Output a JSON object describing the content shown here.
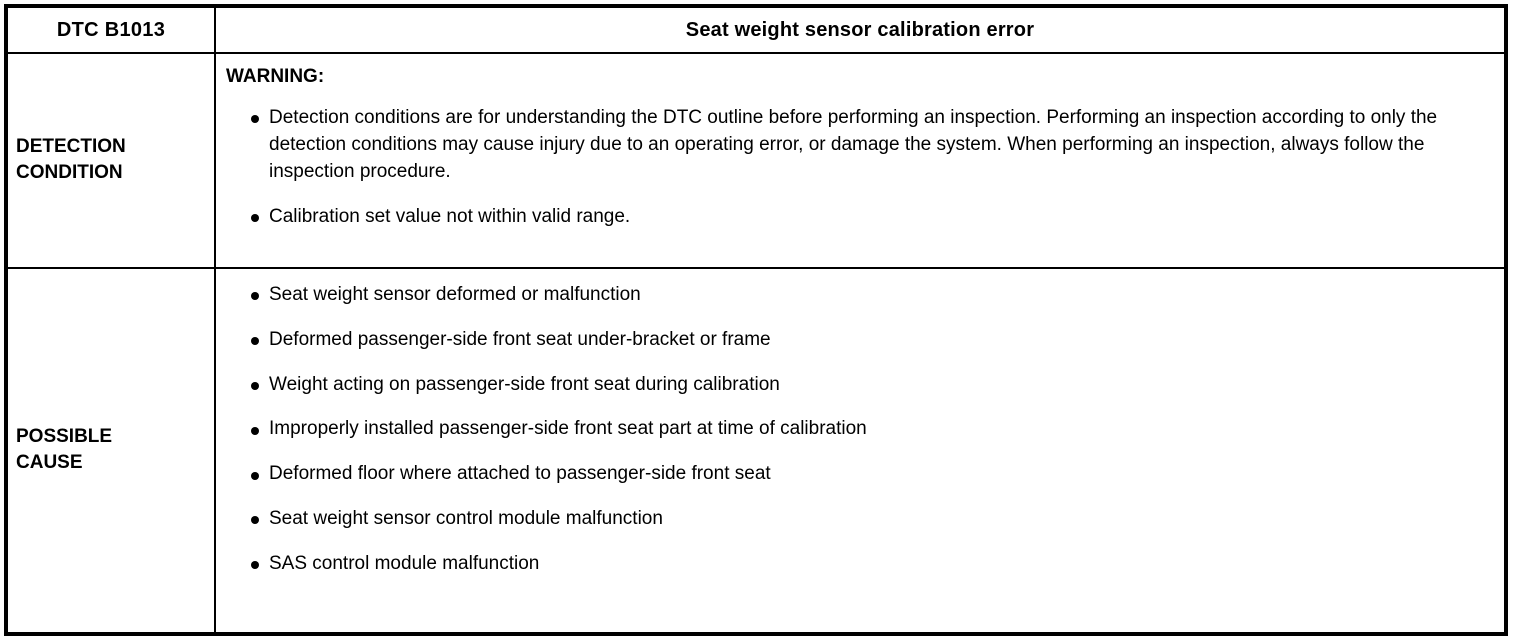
{
  "table": {
    "header": {
      "dtc_code": "DTC B1013",
      "dtc_title": "Seat weight sensor calibration error"
    },
    "detection_condition": {
      "label": "DETECTION\nCONDITION",
      "warning_heading": "WARNING:",
      "bullets": [
        "Detection conditions are for understanding the DTC outline before performing an inspection. Performing an inspection according to only the detection conditions may cause injury due to an operating error, or damage the system. When performing an inspection, always follow the inspection procedure.",
        "Calibration set value not within valid range."
      ]
    },
    "possible_cause": {
      "label": "POSSIBLE\nCAUSE",
      "bullets": [
        "Seat weight sensor deformed or malfunction",
        "Deformed passenger-side front seat under-bracket or frame",
        "Weight acting on passenger-side front seat during calibration",
        "Improperly installed passenger-side front seat part at time of calibration",
        "Deformed floor where attached to passenger-side front seat",
        "Seat weight sensor control module malfunction",
        "SAS control module malfunction"
      ]
    }
  },
  "colors": {
    "border": "#000000",
    "text": "#000000",
    "background": "#ffffff"
  }
}
